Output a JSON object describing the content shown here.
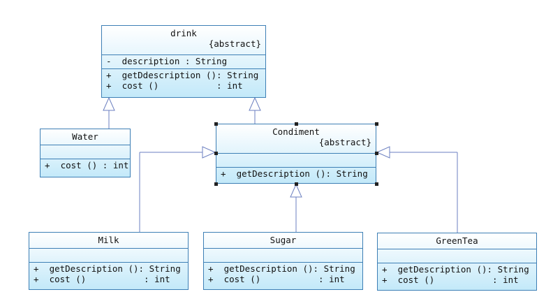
{
  "classes": {
    "drink": {
      "name": "drink",
      "stereotype": "{abstract}",
      "attributes": [
        "-  description : String"
      ],
      "operations": [
        "+  getDdescription (): String",
        "+  cost ()           : int"
      ]
    },
    "water": {
      "name": "Water",
      "attributes": [],
      "operations": [
        "+  cost () : int"
      ]
    },
    "condiment": {
      "name": "Condiment",
      "stereotype": "{abstract}",
      "attributes": [],
      "operations": [
        "+  getDescription (): String"
      ]
    },
    "milk": {
      "name": "Milk",
      "attributes": [],
      "operations": [
        "+  getDescription (): String",
        "+  cost ()           : int"
      ]
    },
    "sugar": {
      "name": "Sugar",
      "attributes": [],
      "operations": [
        "+  getDescription (): String",
        "+  cost ()           : int"
      ]
    },
    "greentea": {
      "name": "GreenTea",
      "attributes": [],
      "operations": [
        "+  getDescription (): String",
        "+  cost ()           : int"
      ]
    }
  },
  "relationships": [
    {
      "type": "generalization",
      "from": "Water",
      "to": "drink"
    },
    {
      "type": "generalization",
      "from": "Condiment",
      "to": "drink"
    },
    {
      "type": "generalization",
      "from": "Milk",
      "to": "Condiment"
    },
    {
      "type": "generalization",
      "from": "Sugar",
      "to": "Condiment"
    },
    {
      "type": "generalization",
      "from": "GreenTea",
      "to": "Condiment"
    }
  ],
  "colors": {
    "class_border": "#3d7fb5",
    "class_fill_top": "#ffffff",
    "class_fill_bottom": "#c3e9f9",
    "connector": "#6b7fc0"
  }
}
